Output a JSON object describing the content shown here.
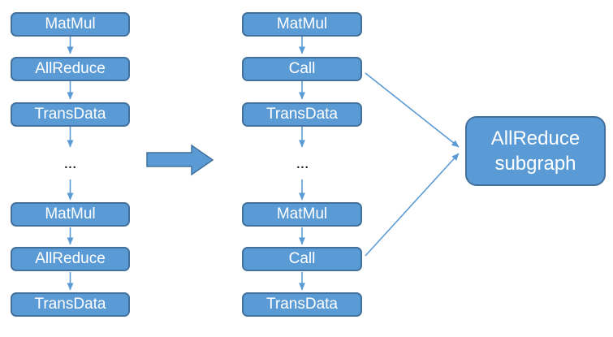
{
  "colors": {
    "node_fill": "#5b9bd5",
    "node_border": "#41719c",
    "node_text": "#ffffff",
    "arrow_color": "#5b9bd5",
    "ellipsis_color": "#1f1f1f"
  },
  "left_column": {
    "nodes": [
      "MatMul",
      "AllReduce",
      "TransData",
      "MatMul",
      "AllReduce",
      "TransData"
    ],
    "ellipsis": "..."
  },
  "middle_column": {
    "nodes": [
      "MatMul",
      "Call",
      "TransData",
      "MatMul",
      "Call",
      "TransData"
    ],
    "ellipsis": "..."
  },
  "result_box": {
    "line1": "AllReduce",
    "line2": "subgraph"
  }
}
